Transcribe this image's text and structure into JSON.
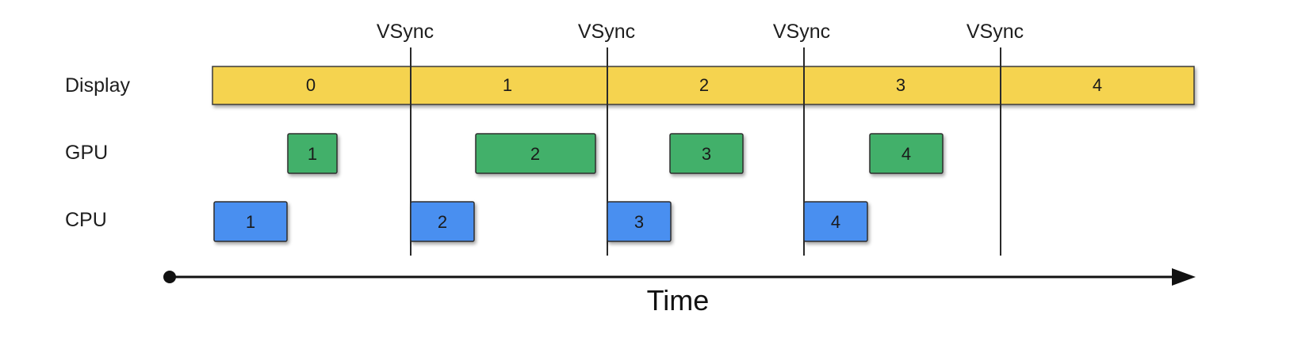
{
  "rows": {
    "display": "Display",
    "gpu": "GPU",
    "cpu": "CPU"
  },
  "vsync_label": "VSync",
  "vsync_lines": [
    "VSync",
    "VSync",
    "VSync",
    "VSync"
  ],
  "display_frames": [
    "0",
    "1",
    "2",
    "3",
    "4"
  ],
  "gpu_frames": [
    "1",
    "2",
    "3",
    "4"
  ],
  "cpu_frames": [
    "1",
    "2",
    "3",
    "4"
  ],
  "time_axis": {
    "label": "Time"
  },
  "colors": {
    "display": "#f5d350",
    "gpu": "#43b06a",
    "cpu": "#4a8ff0",
    "line": "#2a2a2a"
  }
}
